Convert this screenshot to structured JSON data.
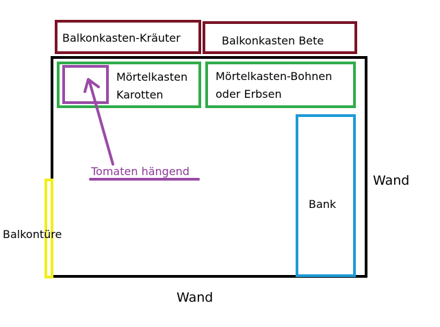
{
  "colors": {
    "planter_red": "#7a1425",
    "planter_green": "#2fac4a",
    "tomato_purple": "#9a4ba6",
    "bench_blue": "#1e9ad6",
    "door_yellow": "#f2ee1c",
    "outline": "#000000"
  },
  "labels": {
    "balkonkasten_kraeuter": "Balkonkasten-Kräuter",
    "balkonkasten_bete": "Balkonkasten Bete",
    "moertelkasten_karotten_line1": "Mörtelkasten",
    "moertelkasten_karotten_line2": "Karotten",
    "moertelkasten_bohnen_line1": "Mörtelkasten-Bohnen",
    "moertelkasten_bohnen_line2": "oder Erbsen",
    "tomaten": "Tomaten hängend",
    "bank": "Bank",
    "wand_right": "Wand",
    "wand_bottom": "Wand",
    "balkontuere": "Balkontüre"
  }
}
